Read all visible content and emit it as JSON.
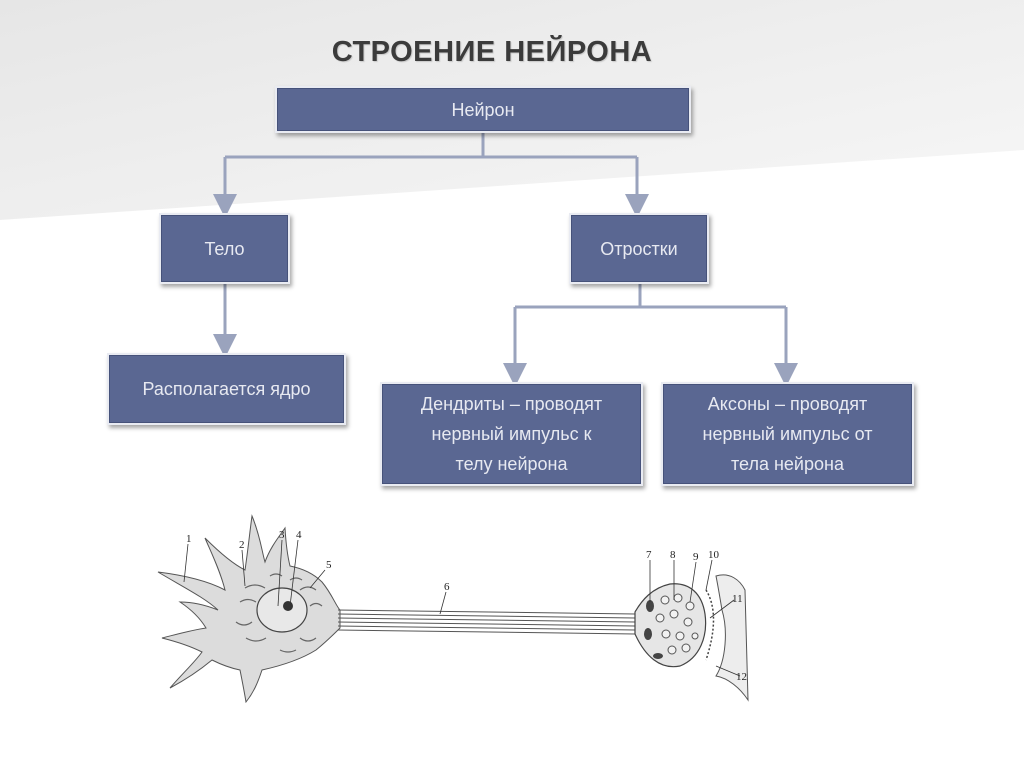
{
  "title": "СТРОЕНИЕ НЕЙРОНА",
  "boxes": {
    "root": "Нейрон",
    "body": "Тело",
    "processes": "Отростки",
    "nucleus": "Располагается ядро",
    "dendrites": [
      "Дендриты – проводят",
      "нервный импульс к",
      "телу нейрона"
    ],
    "axons": [
      "Аксоны – проводят",
      "нервный импульс от",
      "тела нейрона"
    ]
  },
  "illustration": {
    "labels": [
      "1",
      "2",
      "3",
      "4",
      "5",
      "6",
      "7",
      "8",
      "9",
      "10",
      "11",
      "12"
    ]
  },
  "colors": {
    "box_fill": "#5a6792",
    "box_text": "#e7e9f1",
    "connector": "#9aa3bd",
    "title": "#3b3b3b"
  }
}
